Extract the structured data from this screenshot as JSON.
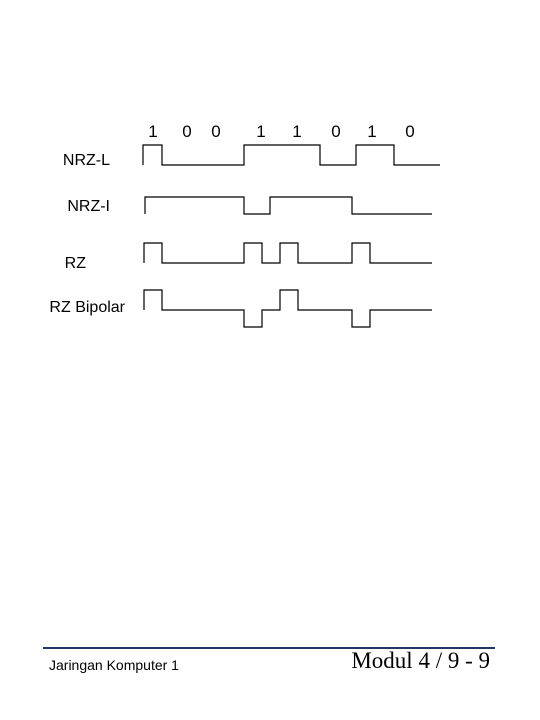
{
  "bits": [
    "1",
    "0",
    "0",
    "1",
    "1",
    "0",
    "1",
    "0"
  ],
  "rows": [
    {
      "label": "NRZ-L",
      "levels": [
        1,
        0,
        0,
        1,
        1,
        0,
        1,
        0
      ],
      "kind": "full"
    },
    {
      "label": "NRZ-I",
      "levels": [
        1,
        1,
        1,
        0,
        1,
        1,
        0,
        0
      ],
      "kind": "full"
    },
    {
      "label": "RZ",
      "levels": [
        1,
        0,
        0,
        1,
        1,
        0,
        1,
        0
      ],
      "kind": "rz"
    },
    {
      "label": "RZ Bipolar",
      "levels": [
        1,
        0,
        0,
        -1,
        1,
        0,
        -1,
        0
      ],
      "kind": "rz"
    }
  ],
  "footer": {
    "left": "Jaringan Komputer 1",
    "right": "Modul 4 / 9 - 9"
  },
  "colors": {
    "footer_rule": "#1f3864",
    "line": "#000000"
  }
}
